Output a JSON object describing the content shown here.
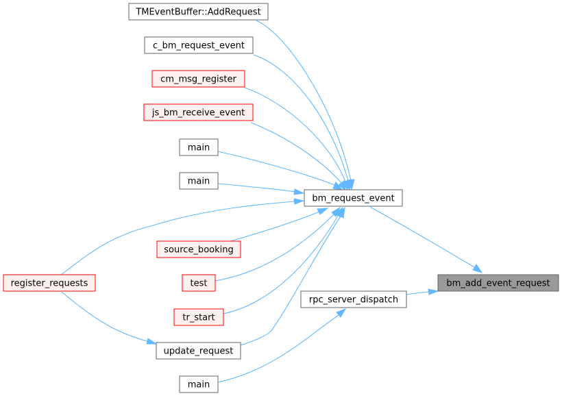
{
  "colors": {
    "edge": "#63b8ff",
    "node_border_normal": "#666666",
    "node_border_truncated": "#ff0000",
    "node_fill_normal": "#ffffff",
    "node_fill_truncated": "#fff0f0",
    "node_fill_focus": "#999999",
    "node_border_focus": "#666666"
  },
  "nodes": {
    "tmeventbuffer_addrequest": {
      "label": "TMEventBuffer::AddRequest",
      "style": "normal"
    },
    "c_bm_request_event": {
      "label": "c_bm_request_event",
      "style": "normal"
    },
    "cm_msg_register": {
      "label": "cm_msg_register",
      "style": "truncated"
    },
    "js_bm_receive_event": {
      "label": "js_bm_receive_event",
      "style": "truncated"
    },
    "main_1": {
      "label": "main",
      "style": "normal"
    },
    "main_2": {
      "label": "main",
      "style": "normal"
    },
    "bm_request_event": {
      "label": "bm_request_event",
      "style": "normal"
    },
    "source_booking": {
      "label": "source_booking",
      "style": "truncated"
    },
    "register_requests": {
      "label": "register_requests",
      "style": "truncated"
    },
    "test": {
      "label": "test",
      "style": "truncated"
    },
    "tr_start": {
      "label": "tr_start",
      "style": "truncated"
    },
    "rpc_server_dispatch": {
      "label": "rpc_server_dispatch",
      "style": "normal"
    },
    "bm_add_event_request": {
      "label": "bm_add_event_request",
      "style": "focus"
    },
    "update_request": {
      "label": "update_request",
      "style": "normal"
    },
    "main_3": {
      "label": "main",
      "style": "normal"
    }
  },
  "edges": [
    {
      "from": "tmeventbuffer_addrequest",
      "to": "bm_request_event"
    },
    {
      "from": "c_bm_request_event",
      "to": "bm_request_event"
    },
    {
      "from": "cm_msg_register",
      "to": "bm_request_event"
    },
    {
      "from": "js_bm_receive_event",
      "to": "bm_request_event"
    },
    {
      "from": "main_1",
      "to": "bm_request_event"
    },
    {
      "from": "main_2",
      "to": "bm_request_event"
    },
    {
      "from": "register_requests",
      "to": "bm_request_event"
    },
    {
      "from": "source_booking",
      "to": "bm_request_event"
    },
    {
      "from": "test",
      "to": "bm_request_event"
    },
    {
      "from": "tr_start",
      "to": "bm_request_event"
    },
    {
      "from": "update_request",
      "to": "bm_request_event"
    },
    {
      "from": "register_requests",
      "to": "update_request"
    },
    {
      "from": "bm_request_event",
      "to": "bm_add_event_request"
    },
    {
      "from": "rpc_server_dispatch",
      "to": "bm_add_event_request"
    },
    {
      "from": "main_3",
      "to": "rpc_server_dispatch"
    }
  ]
}
